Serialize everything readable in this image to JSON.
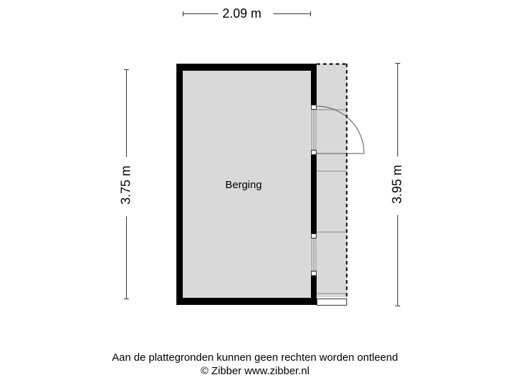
{
  "plan": {
    "room": {
      "name": "Berging"
    },
    "dimensions": {
      "width": "2.09 m",
      "height_left": "3.75 m",
      "height_right": "3.95 m"
    },
    "colors": {
      "floor": "#d9d9d9",
      "wall": "#000000",
      "dimension_line": "#333333",
      "background": "#ffffff"
    }
  },
  "footer": {
    "disclaimer": "Aan de plattegronden kunnen geen rechten worden ontleend",
    "copyright": "© Zibber www.zibber.nl"
  }
}
